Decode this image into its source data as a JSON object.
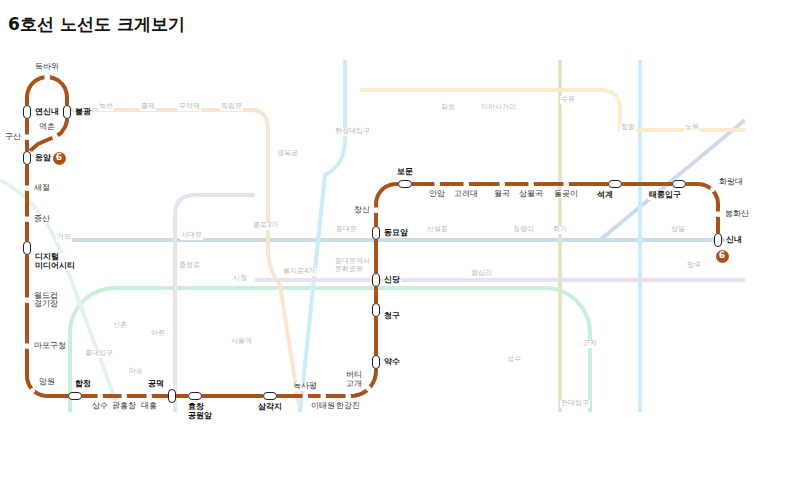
{
  "diagram": {
    "title": "6호선 노선도 크게보기",
    "nodes": [
      {
        "text": [
          "응암"
        ]
      },
      {
        "text": [
          "역촌"
        ]
      },
      {
        "text": [
          "불광"
        ]
      },
      {
        "text": [
          "독바위"
        ]
      },
      {
        "text": [
          "연신내"
        ]
      },
      {
        "text": [
          "구산"
        ]
      },
      {
        "text": [
          "새절"
        ]
      },
      {
        "text": [
          "증산"
        ]
      },
      {
        "text": [
          "디지털 미디어시티"
        ]
      },
      {
        "text": [
          "월드컵 경기장"
        ]
      },
      {
        "text": [
          "마포구청"
        ]
      },
      {
        "text": [
          "망원"
        ]
      },
      {
        "text": [
          "합정"
        ]
      },
      {
        "text": [
          "상수"
        ]
      },
      {
        "text": [
          "광흥창"
        ]
      },
      {
        "text": [
          "대흥"
        ]
      },
      {
        "text": [
          "공덕"
        ]
      },
      {
        "text": [
          "효창 공원앞"
        ]
      },
      {
        "text": [
          "삼각지"
        ]
      },
      {
        "text": [
          "녹사평"
        ]
      },
      {
        "text": [
          "이태원"
        ]
      },
      {
        "text": [
          "한강진"
        ]
      },
      {
        "text": [
          "버티 고개"
        ]
      },
      {
        "text": [
          "약수"
        ]
      },
      {
        "text": [
          "청구"
        ]
      },
      {
        "text": [
          "신당"
        ]
      },
      {
        "text": [
          "동묘앞"
        ]
      },
      {
        "text": [
          "창신"
        ]
      },
      {
        "text": [
          "보문"
        ]
      },
      {
        "text": [
          "안암"
        ]
      },
      {
        "text": [
          "고려대"
        ]
      },
      {
        "text": [
          "월곡"
        ]
      },
      {
        "text": [
          "상월곡"
        ]
      },
      {
        "text": [
          "돌곶이"
        ]
      },
      {
        "text": [
          "석계"
        ]
      },
      {
        "text": [
          "태릉입구"
        ]
      },
      {
        "text": [
          "화랑대"
        ]
      },
      {
        "text": [
          "봉화산"
        ]
      },
      {
        "text": [
          "신내"
        ]
      },
      {
        "text": [
          "6"
        ]
      },
      {
        "text": [
          "6"
        ]
      }
    ],
    "edges": [
      {
        "from": 0,
        "to": 1,
        "arrow": "none"
      },
      {
        "from": 1,
        "to": 2,
        "arrow": "none"
      },
      {
        "from": 2,
        "to": 3,
        "arrow": "none"
      },
      {
        "from": 3,
        "to": 4,
        "arrow": "none"
      },
      {
        "from": 4,
        "to": 5,
        "arrow": "none"
      },
      {
        "from": 5,
        "to": 0,
        "arrow": "none"
      },
      {
        "from": 0,
        "to": 6,
        "arrow": "none"
      },
      {
        "from": 6,
        "to": 7,
        "arrow": "none"
      },
      {
        "from": 7,
        "to": 8,
        "arrow": "none"
      },
      {
        "from": 8,
        "to": 9,
        "arrow": "none"
      },
      {
        "from": 9,
        "to": 10,
        "arrow": "none"
      },
      {
        "from": 10,
        "to": 11,
        "arrow": "none"
      },
      {
        "from": 11,
        "to": 12,
        "arrow": "none"
      },
      {
        "from": 12,
        "to": 13,
        "arrow": "none"
      },
      {
        "from": 13,
        "to": 14,
        "arrow": "none"
      },
      {
        "from": 14,
        "to": 15,
        "arrow": "none"
      },
      {
        "from": 15,
        "to": 16,
        "arrow": "none"
      },
      {
        "from": 16,
        "to": 17,
        "arrow": "none"
      },
      {
        "from": 17,
        "to": 18,
        "arrow": "none"
      },
      {
        "from": 18,
        "to": 19,
        "arrow": "none"
      },
      {
        "from": 19,
        "to": 20,
        "arrow": "none"
      },
      {
        "from": 20,
        "to": 21,
        "arrow": "none"
      },
      {
        "from": 21,
        "to": 22,
        "arrow": "none"
      },
      {
        "from": 22,
        "to": 23,
        "arrow": "none"
      },
      {
        "from": 23,
        "to": 24,
        "arrow": "none"
      },
      {
        "from": 24,
        "to": 25,
        "arrow": "none"
      },
      {
        "from": 25,
        "to": 26,
        "arrow": "none"
      },
      {
        "from": 26,
        "to": 27,
        "arrow": "none"
      },
      {
        "from": 27,
        "to": 28,
        "arrow": "none"
      },
      {
        "from": 28,
        "to": 29,
        "arrow": "none"
      },
      {
        "from": 29,
        "to": 30,
        "arrow": "none"
      },
      {
        "from": 30,
        "to": 31,
        "arrow": "none"
      },
      {
        "from": 31,
        "to": 32,
        "arrow": "none"
      },
      {
        "from": 32,
        "to": 33,
        "arrow": "none"
      },
      {
        "from": 33,
        "to": 34,
        "arrow": "none"
      },
      {
        "from": 34,
        "to": 35,
        "arrow": "none"
      },
      {
        "from": 35,
        "to": 36,
        "arrow": "none"
      },
      {
        "from": 36,
        "to": 37,
        "arrow": "none"
      },
      {
        "from": 37,
        "to": 38,
        "arrow": "none"
      }
    ],
    "labels": [
      "녹번",
      "홍제",
      "무악재",
      "독립문",
      "경복궁",
      "한성대입구",
      "길음",
      "미아사거리",
      "수유",
      "창동",
      "노원",
      "가좌",
      "서대문",
      "충정로",
      "종로3가",
      "시청",
      "을지로4가",
      "동대문",
      "동대문역사 문화공원",
      "신설동",
      "청량리",
      "회기",
      "상봉",
      "망우",
      "왕십리",
      "성수",
      "군자",
      "건대입구",
      "홍대입구",
      "신촌",
      "아현",
      "서울역",
      "마포"
    ]
  }
}
